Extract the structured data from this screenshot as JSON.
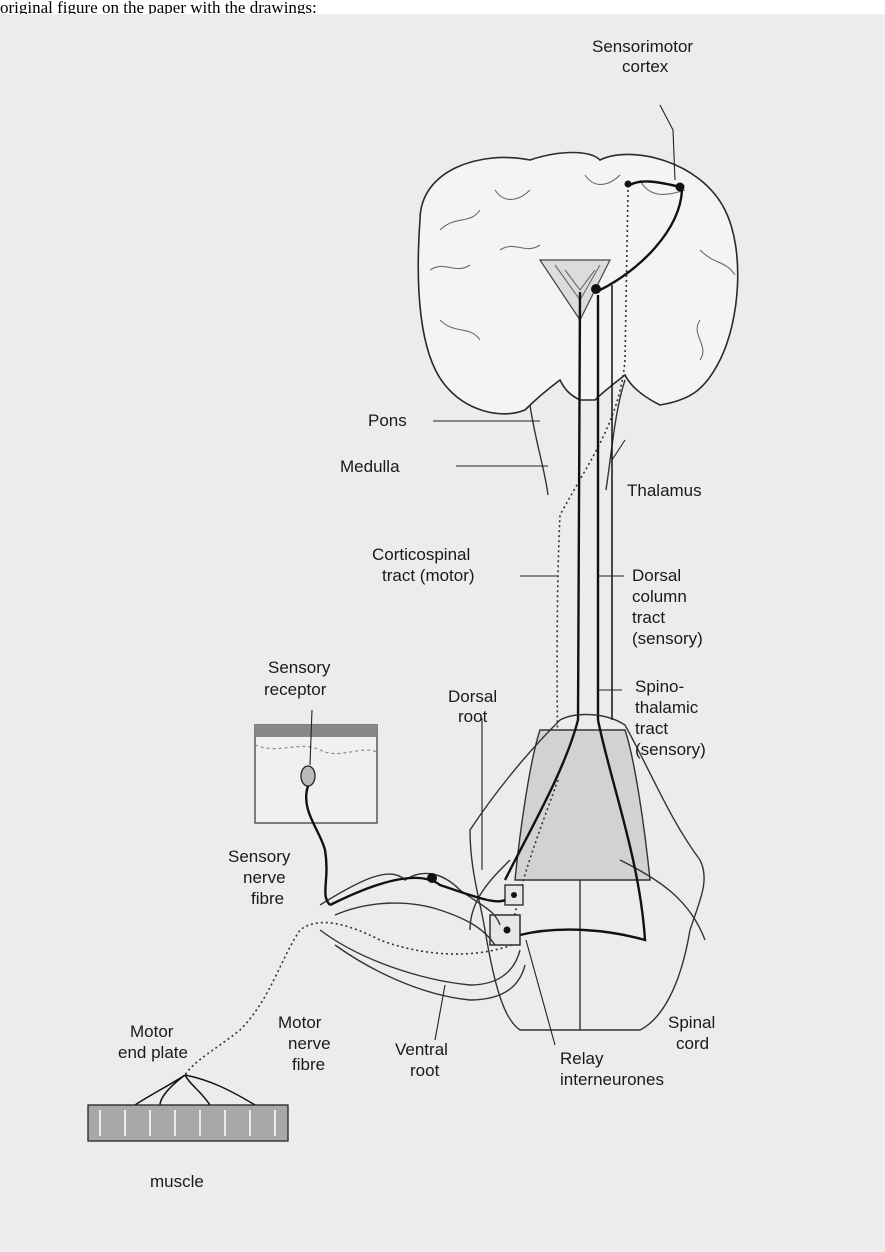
{
  "caption": "original figure on the paper with the drawings:",
  "labels": {
    "sensorimotor_cortex": [
      "Sensorimotor",
      "cortex"
    ],
    "pons": "Pons",
    "medulla": "Medulla",
    "thalamus": "Thalamus",
    "corticospinal_tract": [
      "Corticospinal",
      "tract (motor)"
    ],
    "dorsal_column_tract": [
      "Dorsal",
      "column",
      "tract",
      "(sensory)"
    ],
    "sensory_receptor": [
      "Sensory",
      "receptor"
    ],
    "dorsal_root": [
      "Dorsal",
      "root"
    ],
    "spinothalamic_tract": [
      "Spino-",
      "thalamic",
      "tract",
      "(sensory)"
    ],
    "sensory_nerve_fibre": [
      "Sensory",
      "nerve",
      "fibre"
    ],
    "motor_end_plate": [
      "Motor",
      "end plate"
    ],
    "motor_nerve_fibre": [
      "Motor",
      "nerve",
      "fibre"
    ],
    "ventral_root": [
      "Ventral",
      "root"
    ],
    "spinal_cord": [
      "Spinal",
      "cord"
    ],
    "relay_interneurones": [
      "Relay",
      "interneurones"
    ],
    "muscle": "muscle"
  }
}
